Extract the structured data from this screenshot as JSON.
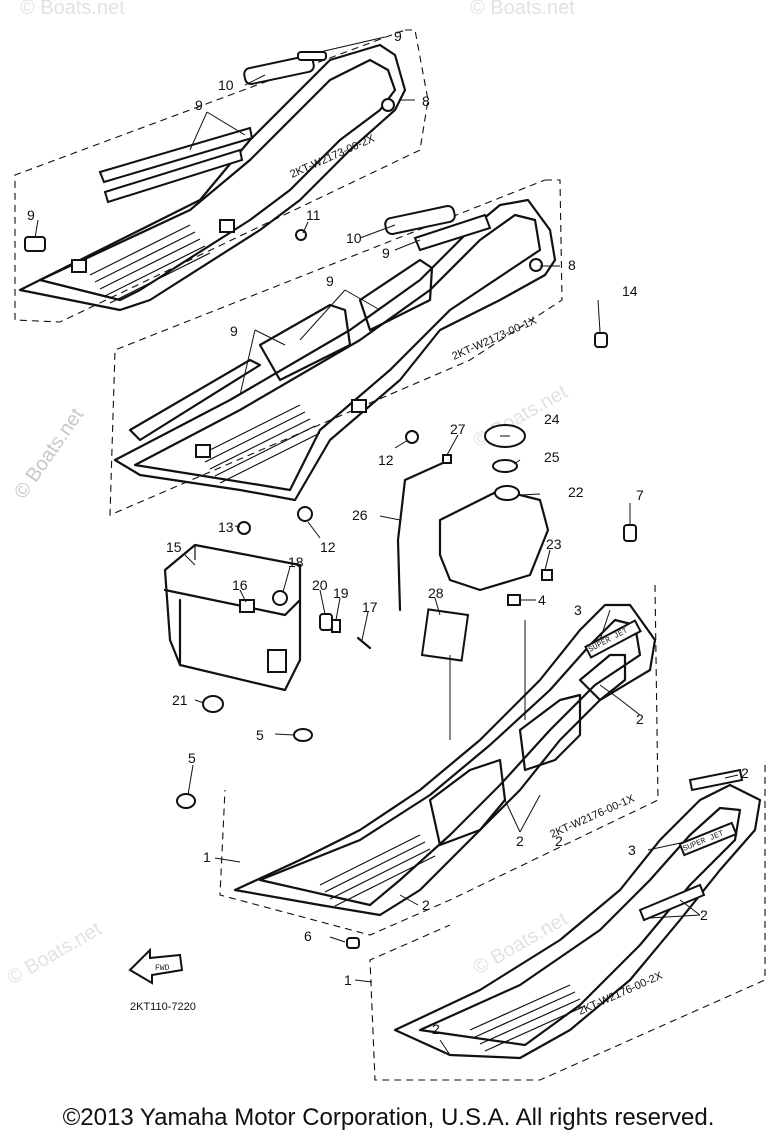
{
  "labels": {
    "n1a": "1",
    "n1b": "1",
    "n2a": "2",
    "n2b": "2",
    "n2c": "2",
    "n2d": "2",
    "n2e": "2",
    "n2f": "2",
    "n2g": "2",
    "n3a": "3",
    "n3b": "3",
    "n4": "4",
    "n5a": "5",
    "n5b": "5",
    "n6": "6",
    "n7": "7",
    "n8a": "8",
    "n8b": "8",
    "n9a": "9",
    "n9b": "9",
    "n9c": "9",
    "n9d": "9",
    "n9e": "9",
    "n9f": "9",
    "n10a": "10",
    "n10b": "10",
    "n11": "11",
    "n12a": "12",
    "n12b": "12",
    "n13": "13",
    "n14": "14",
    "n15": "15",
    "n16": "16",
    "n17": "17",
    "n18": "18",
    "n19": "19",
    "n20": "20",
    "n21": "21",
    "n22": "22",
    "n23": "23",
    "n24": "24",
    "n25": "25",
    "n26": "26",
    "n27": "27",
    "n28": "28"
  },
  "part_codes": {
    "code_top": "2KT-W2173-00-2X",
    "code_mid": "2KT-W2173-00-1X",
    "code_low1": "2KT-W2176-00-1X",
    "code_low2": "2KT-W2176-00-2X"
  },
  "decal_text": {
    "emblem1": "SUPER JET",
    "emblem2": "SUPER JET",
    "fwd": "FWD"
  },
  "diagram_code": "2KT110-7220",
  "watermark": "© Boats.net",
  "copyright": "©2013 Yamaha Motor Corporation, U.S.A. All rights reserved."
}
